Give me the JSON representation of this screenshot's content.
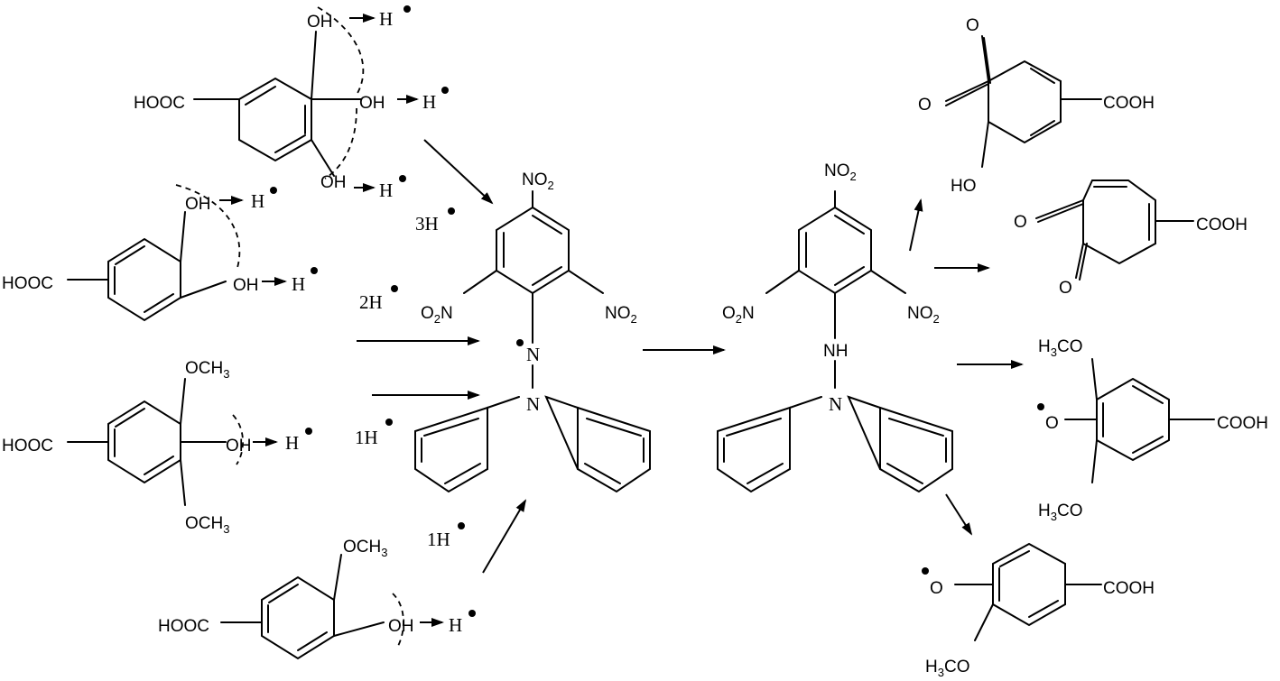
{
  "groups": {
    "cooh": "COOH",
    "hooc": "HOOC",
    "oh": "OH",
    "och3": "OCH",
    "h3co": "CO",
    "h3": "H",
    "sub3": "3",
    "h_radical": "H",
    "no2": "NO",
    "o2n": "N",
    "o2n_o": "O",
    "sub2": "2",
    "n": "N",
    "nh": "NH",
    "o_radical": "O",
    "ho": "HO",
    "o": "O"
  },
  "counts": {
    "three_h": "3H",
    "two_h": "2H",
    "one_h_a": "1H",
    "one_h_b": "1H"
  }
}
